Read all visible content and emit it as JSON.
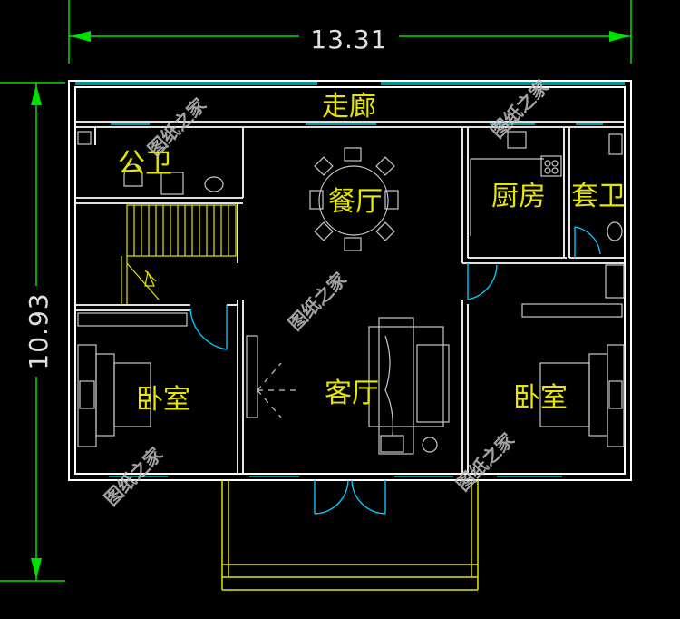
{
  "dimensions": {
    "width_label": "13.31",
    "height_label": "10.93"
  },
  "rooms": {
    "corridor": "走廊",
    "public_bath": "公卫",
    "dining": "餐厅",
    "kitchen": "厨房",
    "suite_bath": "套卫",
    "living": "客厅",
    "bedroom_left": "卧室",
    "bedroom_right": "卧室"
  },
  "watermark": "图纸之家",
  "colors": {
    "background": "#000000",
    "walls": "#ffffff",
    "dimension_line": "#00e000",
    "windows": "#00c8c8",
    "room_labels": "#e6e600",
    "furniture": "#c8c8c8",
    "doors": "#00c8ff",
    "watermark": "#bfbfbf"
  }
}
